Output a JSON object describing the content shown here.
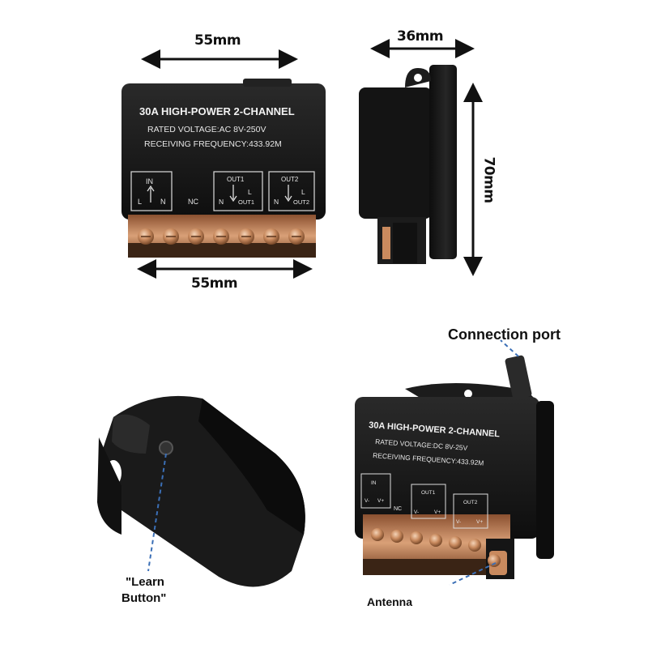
{
  "dimensions": {
    "front_width_top": "55mm",
    "front_width_bottom": "55mm",
    "side_depth": "36mm",
    "side_height": "70mm"
  },
  "front_label": {
    "title": "30A HIGH-POWER 2-CHANNEL",
    "voltage": "RATED VOLTAGE:AC 8V-250V",
    "frequency": "RECEIVING FREQUENCY:433.92M",
    "in_box": {
      "title": "IN",
      "left": "L",
      "right": "N"
    },
    "nc": "NC",
    "out1_box": {
      "title": "OUT1",
      "left": "N",
      "right_top": "L",
      "right_bottom": "OUT1"
    },
    "out2_box": {
      "title": "OUT2",
      "left": "N",
      "right_top": "L",
      "right_bottom": "OUT2"
    }
  },
  "persp_label": {
    "title": "30A HIGH-POWER 2-CHANNEL",
    "voltage": "RATED VOLTAGE:DC 8V-25V",
    "frequency": "RECEIVING FREQUENCY:433.92M",
    "in_box": {
      "title": "IN",
      "left": "V-",
      "right": "V+"
    },
    "nc": "NC",
    "out1_box": {
      "title": "OUT1",
      "left": "V-",
      "right": "V+"
    },
    "out2_box": {
      "title": "OUT2",
      "left": "V-",
      "right": "V+"
    }
  },
  "callouts": {
    "connection_port": "Connection port",
    "learn_button_line1": "\"Learn",
    "learn_button_line2": "Button\"",
    "antenna": "Antenna"
  },
  "colors": {
    "housing": "#1a1a1a",
    "housing_highlight": "#3a3a3a",
    "terminal_copper": "#c98a5e",
    "callout_line": "#3b6fb6"
  }
}
